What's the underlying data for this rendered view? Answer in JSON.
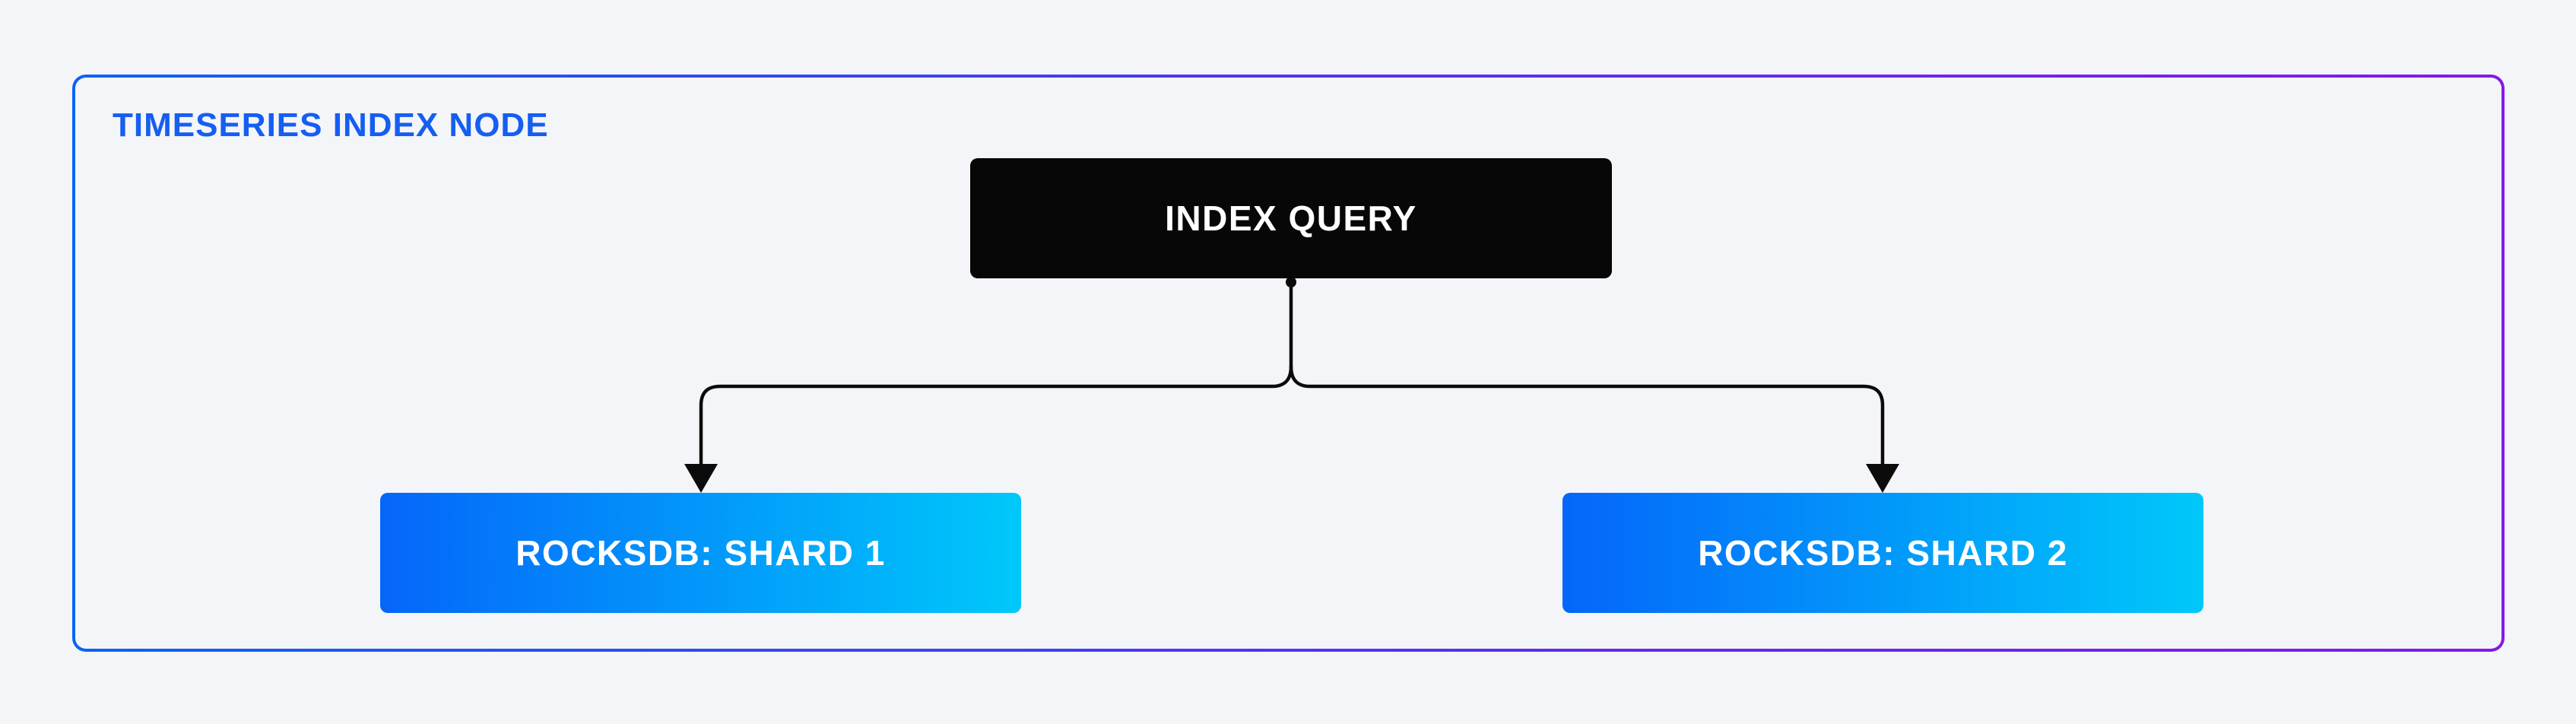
{
  "page": {
    "background_color": "#f4f5f8"
  },
  "group": {
    "title": "TIMESERIES INDEX NODE",
    "title_color": "#155ef2",
    "border_gradient_start": "#0b63f3",
    "border_gradient_end": "#8519e6"
  },
  "nodes": {
    "index_query": {
      "label": "INDEX QUERY",
      "background_color": "#070707",
      "text_color": "#ffffff"
    },
    "shard1": {
      "label": "ROCKSDB: SHARD 1",
      "gradient_start": "#0566fa",
      "gradient_end": "#00c8fa",
      "text_color": "#ffffff"
    },
    "shard2": {
      "label": "ROCKSDB: SHARD 2",
      "gradient_start": "#0566fa",
      "gradient_end": "#00c8fa",
      "text_color": "#ffffff"
    }
  },
  "connectors": {
    "line_color": "#0b0b0b",
    "description": "index_query forks down to shard1 and shard2 with arrowheads"
  }
}
